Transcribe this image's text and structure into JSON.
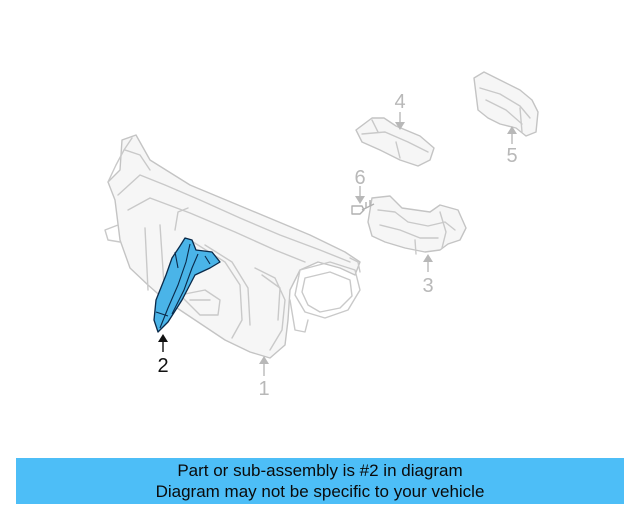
{
  "diagram": {
    "highlight_color": "#4ab4e8",
    "part_labels": [
      {
        "id": "1",
        "text": "1"
      },
      {
        "id": "2",
        "text": "2"
      },
      {
        "id": "3",
        "text": "3"
      },
      {
        "id": "4",
        "text": "4"
      },
      {
        "id": "5",
        "text": "5"
      },
      {
        "id": "6",
        "text": "6"
      }
    ]
  },
  "banner": {
    "line1": "Part or sub-assembly is #2 in diagram",
    "line2": "Diagram may not be specific to your vehicle",
    "color": "#4dbef7"
  }
}
